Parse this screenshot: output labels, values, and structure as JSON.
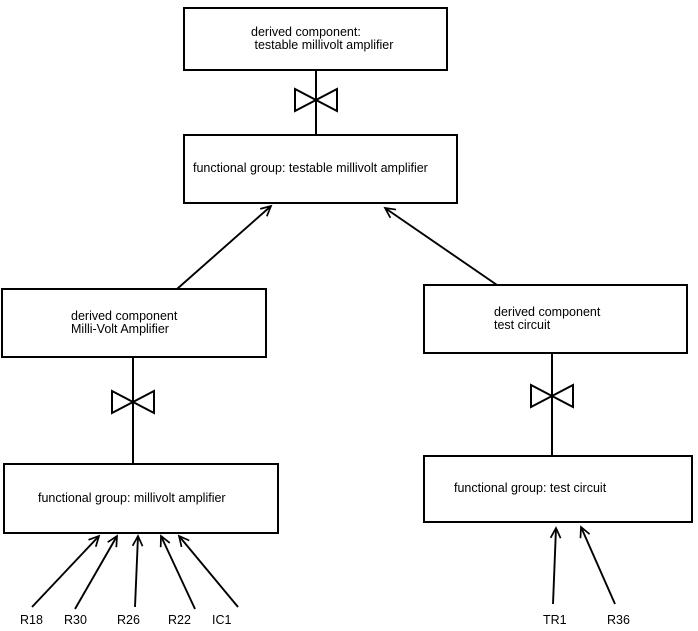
{
  "diagram": {
    "colors": {
      "line": "#000000",
      "text": "#000000",
      "background": "#ffffff"
    },
    "nodes": {
      "derived_testable": {
        "line1": "derived component:",
        "line2": " testable millivolt amplifier"
      },
      "fg_testable": {
        "label": "functional group: testable millivolt amplifier"
      },
      "derived_mva": {
        "line1": "derived component",
        "line2": "Milli-Volt Amplifier"
      },
      "derived_tc": {
        "line1": "derived component",
        "line2": "test circuit"
      },
      "fg_mva": {
        "label": "functional group: millivolt amplifier"
      },
      "fg_tc": {
        "label": "functional group: test circuit"
      }
    },
    "leaf_components_left": [
      {
        "label": "R18"
      },
      {
        "label": "R30"
      },
      {
        "label": "R26"
      },
      {
        "label": "R22"
      },
      {
        "label": "IC1"
      }
    ],
    "leaf_components_right": [
      {
        "label": "TR1"
      },
      {
        "label": "R36"
      }
    ],
    "icons": {
      "bowtie": "decomposition-bowtie-icon",
      "arrowhead": "open-arrowhead-icon"
    }
  }
}
